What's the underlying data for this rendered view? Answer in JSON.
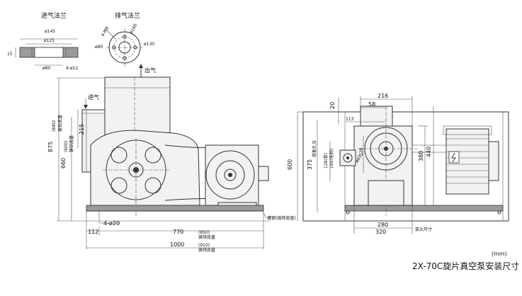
{
  "flanges": {
    "inlet_title": "进气法兰",
    "exhaust_title": "排气法兰",
    "d145": "ø145",
    "d125": "ø125",
    "d80": "ø80",
    "d12": "4-ø12",
    "t15": "15",
    "ex_4m": "4-M8",
    "ex_80": "ø80",
    "ex_130": "ø130",
    "ex_160": "ø160"
  },
  "side_view": {
    "exhaust": "出气",
    "inlet": "进气",
    "h875": "875",
    "h660": "660",
    "h840": "(840)",
    "h840_note": "铸铁底盘",
    "h600": "(600)",
    "h600_note": "铸铁底盘",
    "h215": "215",
    "holes": "4-ø20",
    "base_note": "槽钢(铸铁底盘)",
    "w112": "112",
    "w770": "770",
    "w850": "(850)",
    "w850_note": "铸铁底盘",
    "w1000": "1000",
    "w910": "(910)",
    "w910_note": "铸铁底盘"
  },
  "end_view": {
    "d216": "216",
    "d58": "58",
    "d20": "20",
    "d113": "113",
    "h375": "375",
    "h375_note": "底板孔位",
    "h600": "600",
    "h380": "380",
    "h440": "440",
    "h228": "228",
    "h128": "128(泵)",
    "h160": "160(电机)",
    "d65": "ø65",
    "w280": "280",
    "w320": "320",
    "pump_note": "泵头尺寸"
  },
  "units": "(mm)",
  "title": "2X-70C旋片真空泵安装尺寸"
}
